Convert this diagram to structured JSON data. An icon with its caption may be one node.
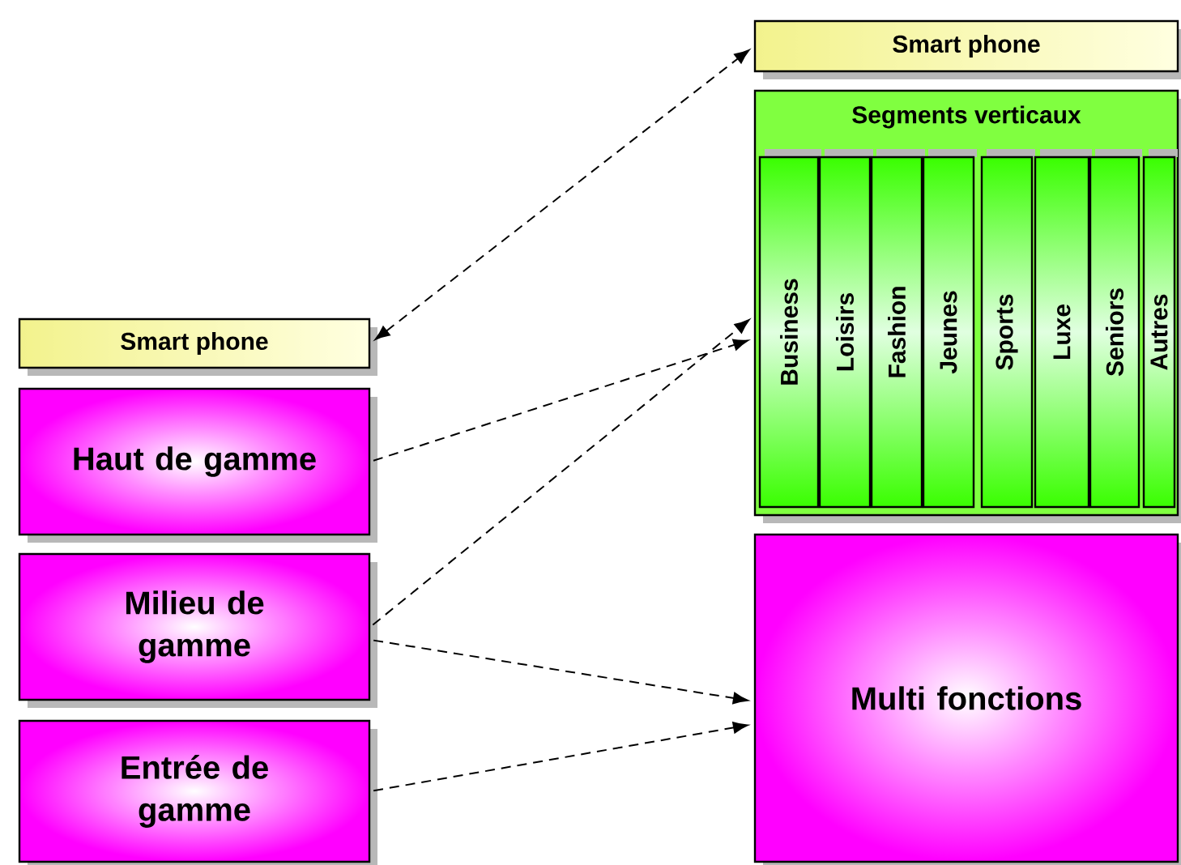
{
  "diagram": {
    "nodes": [
      {
        "text": [
          "Smart phone"
        ]
      },
      {
        "text": [
          "Haut de gamme"
        ]
      },
      {
        "text": [
          "Milieu de gamme"
        ]
      },
      {
        "text": [
          "Entrée de gamme"
        ]
      },
      {
        "text": [
          "Smart phone"
        ]
      },
      {
        "text": [
          "Segments verticaux"
        ]
      },
      {
        "text": [
          "Business"
        ],
        "in": 5
      },
      {
        "text": [
          "Loisirs"
        ],
        "in": 5
      },
      {
        "text": [
          "Fashion"
        ],
        "in": 5
      },
      {
        "text": [
          "Jeunes"
        ],
        "in": 5
      },
      {
        "text": [
          "Sports"
        ],
        "in": 5
      },
      {
        "text": [
          "Luxe"
        ],
        "in": 5
      },
      {
        "text": [
          "Seniors"
        ],
        "in": 5
      },
      {
        "text": [
          "Autres"
        ],
        "in": 5
      },
      {
        "text": [
          "Multi fonctions"
        ]
      }
    ],
    "edges": [
      {
        "from": 0,
        "to": 4,
        "arrow": "both",
        "style": "dashed"
      },
      {
        "from": 1,
        "to": 5,
        "arrow": "to",
        "style": "dashed"
      },
      {
        "from": 2,
        "to": 5,
        "arrow": "to",
        "style": "dashed"
      },
      {
        "from": 2,
        "to": 14,
        "arrow": "to",
        "style": "dashed"
      },
      {
        "from": 3,
        "to": 14,
        "arrow": "to",
        "style": "dashed"
      }
    ]
  }
}
